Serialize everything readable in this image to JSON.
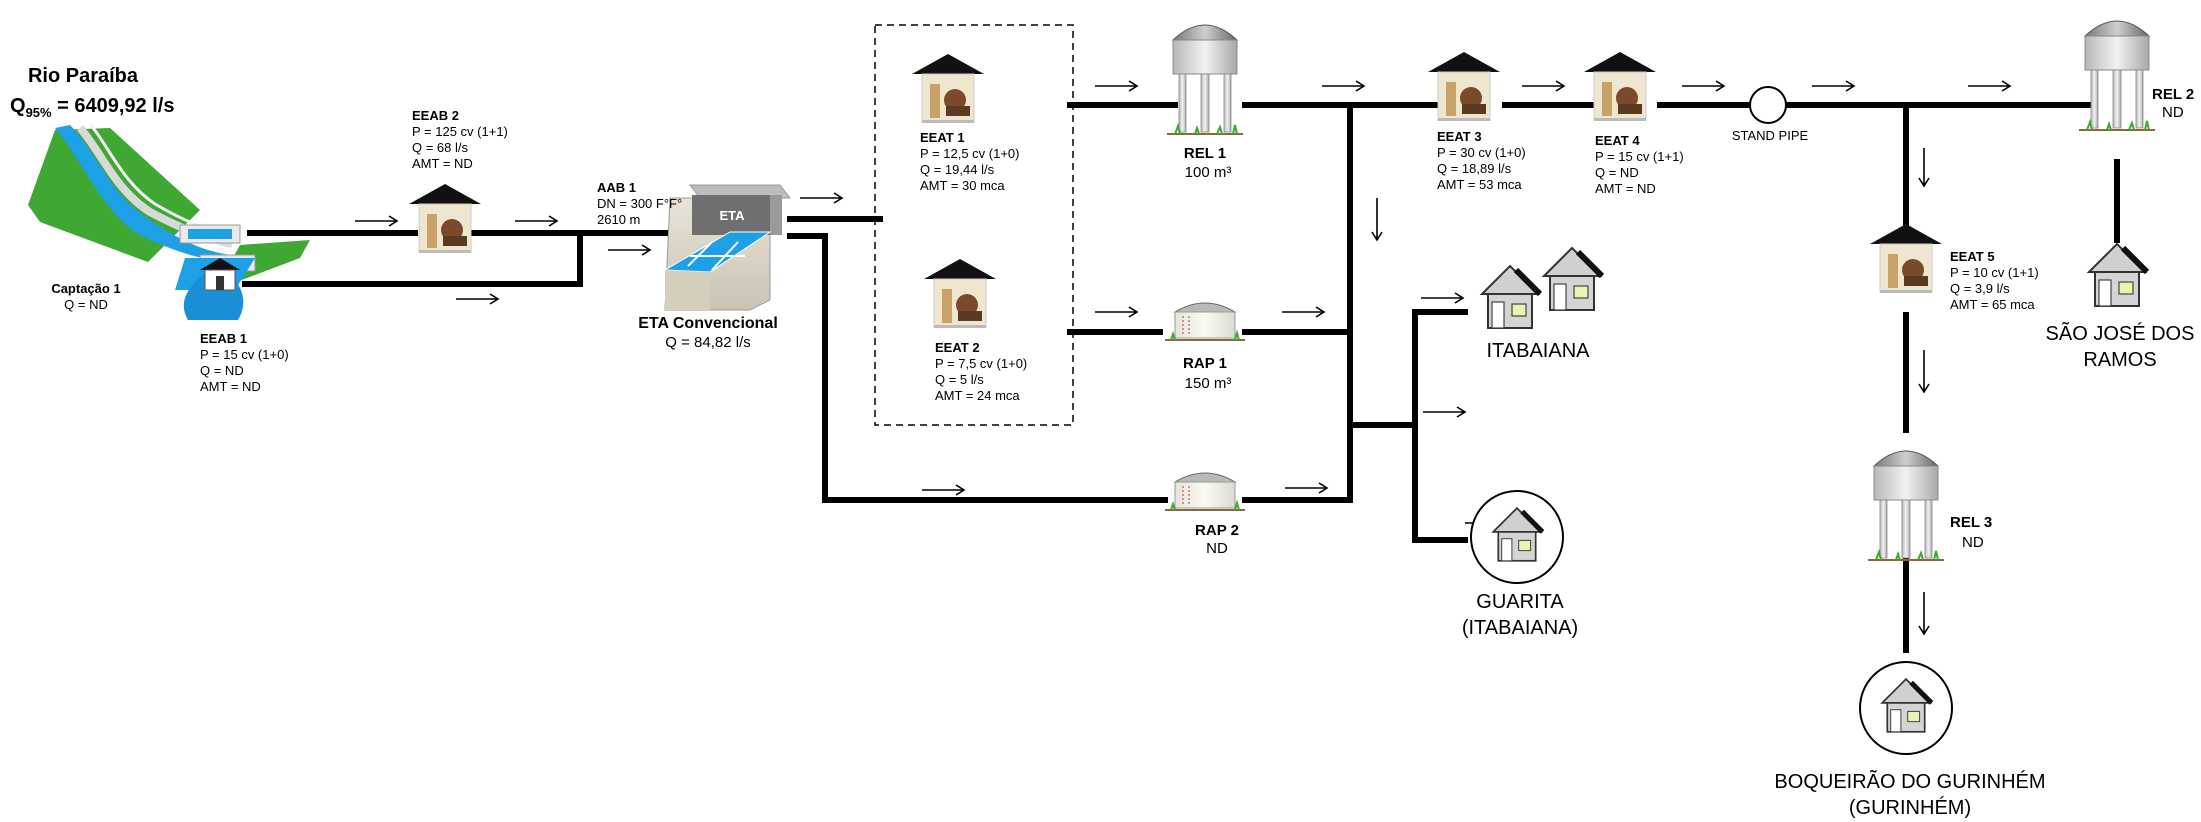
{
  "source": {
    "name": "Rio Paraíba",
    "flow_prefix": "Q",
    "flow_sub": "95%",
    "flow_value": " = 6409,92 l/s"
  },
  "captacao": {
    "name": "Captação 1",
    "q": "Q = ND"
  },
  "eeab1": {
    "name": "EEAB 1",
    "p": "P = 15 cv (1+0)",
    "q": "Q = ND",
    "amt": "AMT = ND"
  },
  "eeab2": {
    "name": "EEAB 2",
    "p": "P = 125 cv (1+1)",
    "q": "Q = 68 l/s",
    "amt": "AMT = ND"
  },
  "aab1": {
    "name": "AAB 1",
    "dn": "DN = 300 F°F°",
    "len": "2610 m"
  },
  "eta": {
    "label": "ETA",
    "name": "ETA Convencional",
    "q": "Q = 84,82 l/s"
  },
  "eeat1": {
    "name": "EEAT 1",
    "p": "P = 12,5 cv (1+0)",
    "q": "Q = 19,44 l/s",
    "amt": "AMT = 30 mca"
  },
  "eeat2": {
    "name": "EEAT 2",
    "p": "P = 7,5 cv (1+0)",
    "q": "Q = 5 l/s",
    "amt": "AMT = 24 mca"
  },
  "rel1": {
    "name": "REL 1",
    "vol": "100 m³"
  },
  "rap1": {
    "name": "RAP 1",
    "vol": "150 m³"
  },
  "rap2": {
    "name": "RAP 2",
    "vol": "ND"
  },
  "eeat3": {
    "name": "EEAT 3",
    "p": "P = 30 cv (1+0)",
    "q": "Q = 18,89 l/s",
    "amt": "AMT = 53 mca"
  },
  "eeat4": {
    "name": "EEAT 4",
    "p": "P = 15 cv (1+1)",
    "q": "Q = ND",
    "amt": "AMT = ND"
  },
  "standpipe": {
    "label": "STAND PIPE"
  },
  "rel2": {
    "name": "REL 2",
    "vol": "ND"
  },
  "eeat5": {
    "name": "EEAT 5",
    "p": "P = 10 cv (1+1)",
    "q": "Q = 3,9 l/s",
    "amt": "AMT = 65 mca"
  },
  "rel3": {
    "name": "REL 3",
    "vol": "ND"
  },
  "itabaiana": {
    "name": "ITABAIANA"
  },
  "guarita": {
    "line1": "GUARITA",
    "line2": "(ITABAIANA)"
  },
  "sao_jose": {
    "line1": "SÃO JOSÉ DOS",
    "line2": "RAMOS"
  },
  "boqueirao": {
    "line1": "BOQUEIRÃO DO GURINHÉM",
    "line2": "(GURINHÉM)"
  },
  "colors": {
    "pipe": "#000000",
    "water": "#1ea0e6",
    "grass": "#3ea832",
    "tank_body": "#d8d8d8",
    "pump_house": "#efe6cf"
  }
}
